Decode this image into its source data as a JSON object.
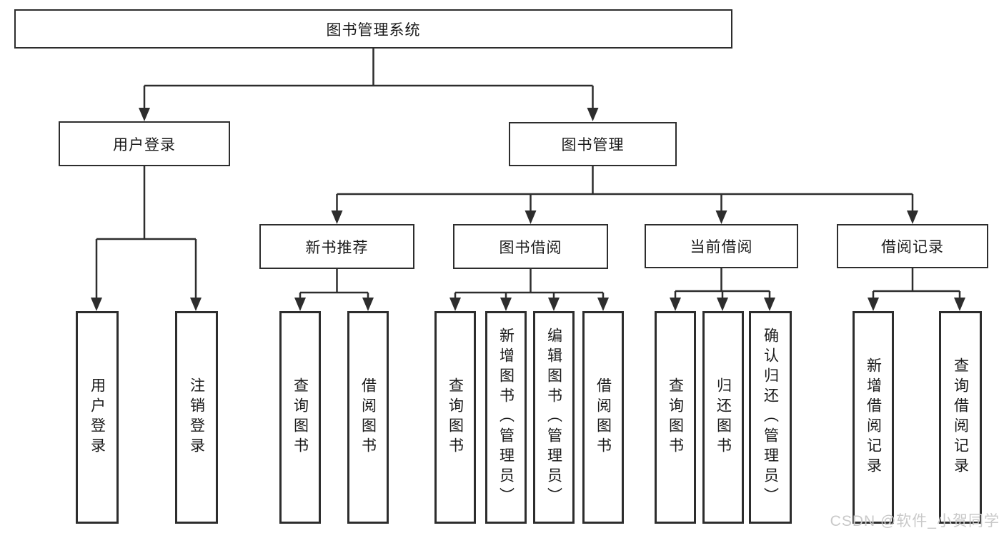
{
  "diagram": {
    "type": "hierarchy-tree",
    "root": {
      "label": "图书管理系统",
      "children": [
        {
          "label": "用户登录",
          "children": [
            {
              "label": "用户登录"
            },
            {
              "label": "注销登录"
            }
          ]
        },
        {
          "label": "图书管理",
          "children": [
            {
              "label": "新书推荐",
              "children": [
                {
                  "label": "查询图书"
                },
                {
                  "label": "借阅图书"
                }
              ]
            },
            {
              "label": "图书借阅",
              "children": [
                {
                  "label": "查询图书"
                },
                {
                  "label": "新增图书（管理员）"
                },
                {
                  "label": "编辑图书（管理员）"
                },
                {
                  "label": "借阅图书"
                }
              ]
            },
            {
              "label": "当前借阅",
              "children": [
                {
                  "label": "查询图书"
                },
                {
                  "label": "归还图书"
                },
                {
                  "label": "确认归还（管理员）"
                }
              ]
            },
            {
              "label": "借阅记录",
              "children": [
                {
                  "label": "新增借阅记录"
                },
                {
                  "label": "查询借阅记录"
                }
              ]
            }
          ]
        }
      ]
    },
    "colors": {
      "line": "#2d2d2d",
      "box_border": "#2d2d2d",
      "text": "#1a1a1a",
      "background": "#ffffff",
      "watermark": "#c9c9c9"
    }
  },
  "watermark": "CSDN @软件_小贺同学"
}
